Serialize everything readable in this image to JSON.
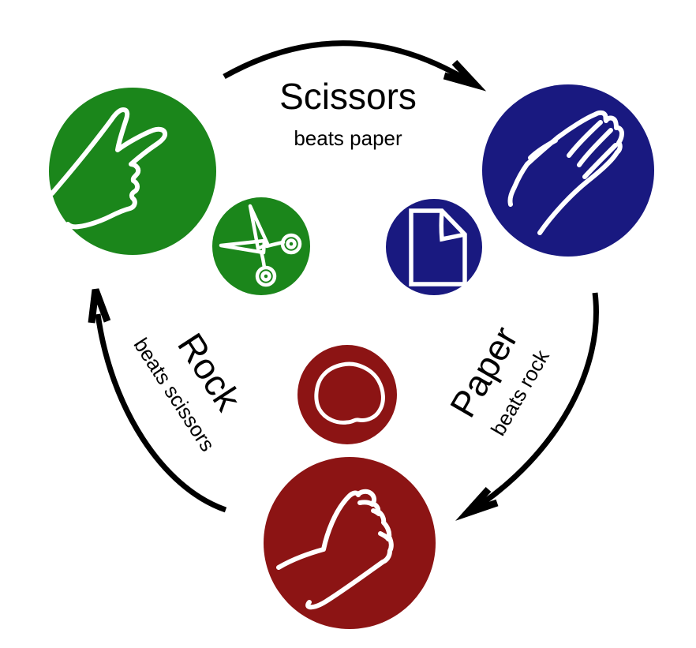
{
  "canvas": {
    "background": "#ffffff",
    "text_color": "#000000",
    "icon_stroke": "#ffffff"
  },
  "arrows": {
    "color": "#000000"
  },
  "cycle": {
    "scissors": {
      "color": "#1b861b",
      "gesture_icon": "scissors-hand-icon",
      "object_icon": "scissors-icon",
      "beats": {
        "title": "Scissors",
        "subtitle": "beats paper"
      }
    },
    "paper": {
      "color": "#191980",
      "gesture_icon": "paper-hand-icon",
      "object_icon": "document-icon",
      "beats": {
        "title": "Paper",
        "subtitle": "beats rock"
      }
    },
    "rock": {
      "color": "#8c1414",
      "gesture_icon": "fist-icon",
      "object_icon": "stone-icon",
      "beats": {
        "title": "Rock",
        "subtitle": "beats scissors"
      }
    }
  }
}
